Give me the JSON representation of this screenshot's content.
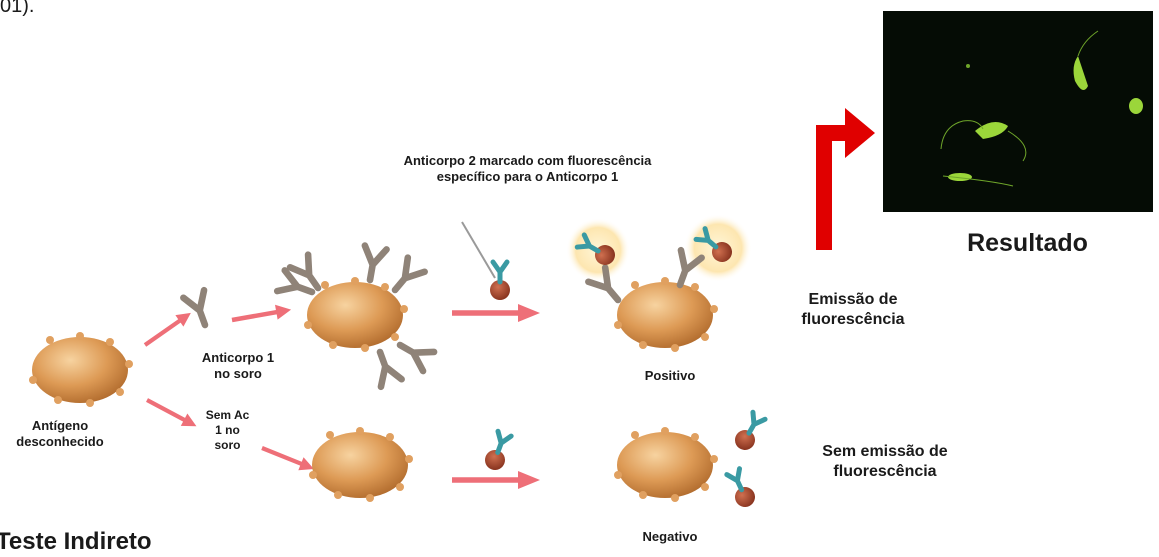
{
  "header_fragment": "01).",
  "title": "Teste Indireto",
  "labels": {
    "antigen": "Antígeno desconhecido",
    "antibody1": "Anticorpo 1 no soro",
    "no_antibody": "Sem Ac 1 no soro",
    "antibody2": "Anticorpo 2 marcado com fluorescência específico para o Anticorpo 1",
    "positive": "Positivo",
    "negative": "Negativo",
    "emission": "Emissão de fluorescência",
    "no_emission": "Sem emissão de fluorescência",
    "result": "Resultado"
  },
  "colors": {
    "cell_body": "#d9914a",
    "cell_light": "#f2c48a",
    "antibody1": "#8f8378",
    "antibody2_teal": "#3a9aa3",
    "fluor_dot": "#a8492e",
    "arrow_pink": "#ee6f78",
    "result_arrow": "#e00000",
    "micro_bg": "#050c05",
    "micro_green": "#9bd63a"
  }
}
